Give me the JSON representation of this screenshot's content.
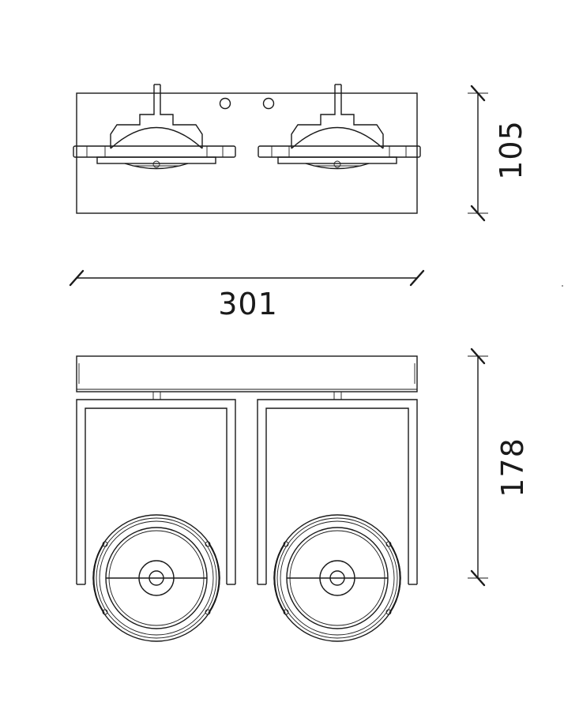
{
  "dimensions": {
    "width_label": "301",
    "height_top_label": "105",
    "height_bottom_label": "178"
  },
  "colors": {
    "line": "#1a1a1a",
    "background": "#ffffff"
  }
}
